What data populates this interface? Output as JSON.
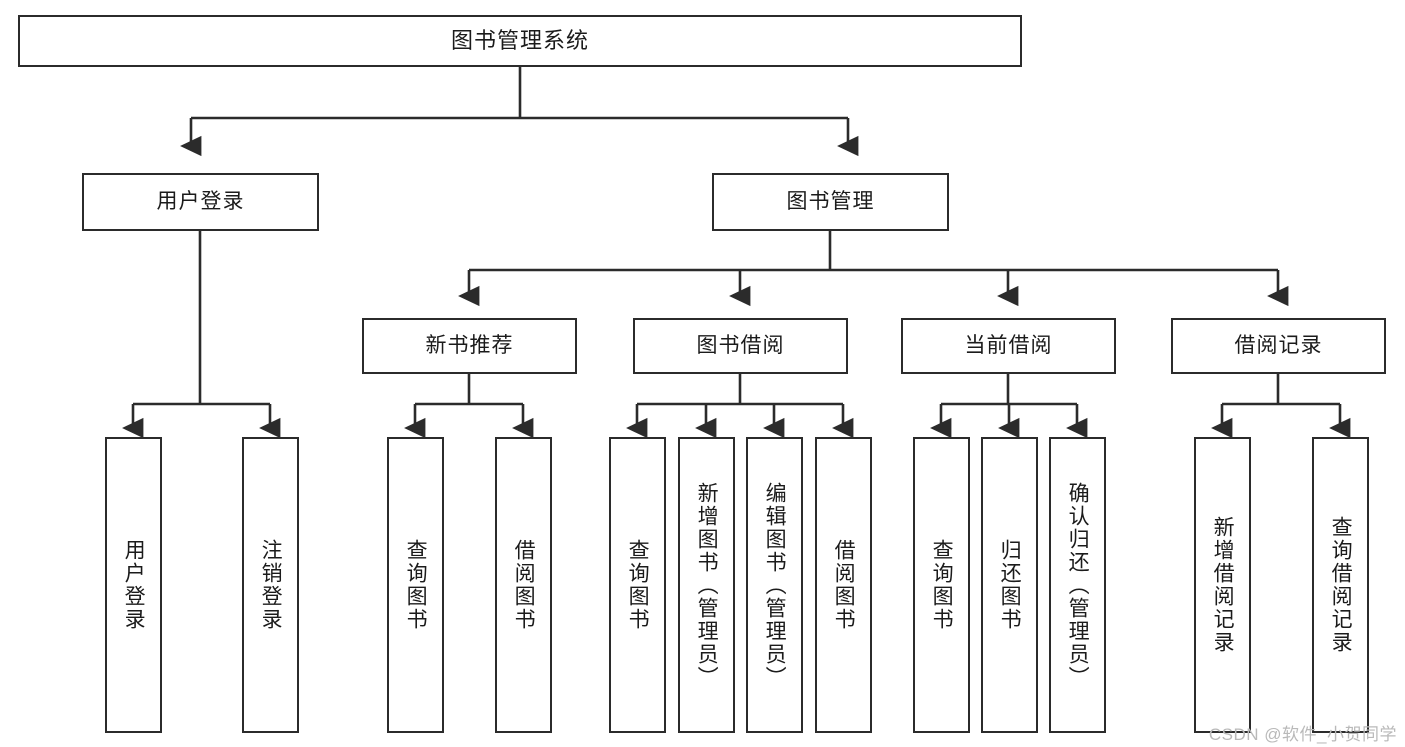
{
  "diagram": {
    "title": "图书管理系统",
    "type": "tree",
    "colors": {
      "background": "#ffffff",
      "box_border": "#2b2b2b",
      "box_fill": "#ffffff",
      "text": "#1b1b1b",
      "connector": "#2b2b2b",
      "watermark": "#b9b9b9"
    },
    "root": {
      "label": "图书管理系统"
    },
    "level2": [
      {
        "label": "用户登录"
      },
      {
        "label": "图书管理"
      }
    ],
    "level3": [
      {
        "label": "新书推荐"
      },
      {
        "label": "图书借阅"
      },
      {
        "label": "当前借阅"
      },
      {
        "label": "借阅记录"
      }
    ],
    "leaves": {
      "user_login": [
        {
          "label": "用户登录"
        },
        {
          "label": "注销登录"
        }
      ],
      "new_book": [
        {
          "label": "查询图书"
        },
        {
          "label": "借阅图书"
        }
      ],
      "book_borrow": [
        {
          "label": "查询图书"
        },
        {
          "label": "新增图书（管理员）"
        },
        {
          "label": "编辑图书（管理员）"
        },
        {
          "label": "借阅图书"
        }
      ],
      "current_borrow": [
        {
          "label": "查询图书"
        },
        {
          "label": "归还图书"
        },
        {
          "label": "确认归还（管理员）"
        }
      ],
      "borrow_record": [
        {
          "label": "新增借阅记录"
        },
        {
          "label": "查询借阅记录"
        }
      ]
    }
  },
  "watermark": {
    "text": "CSDN @软件_小贺同学"
  }
}
